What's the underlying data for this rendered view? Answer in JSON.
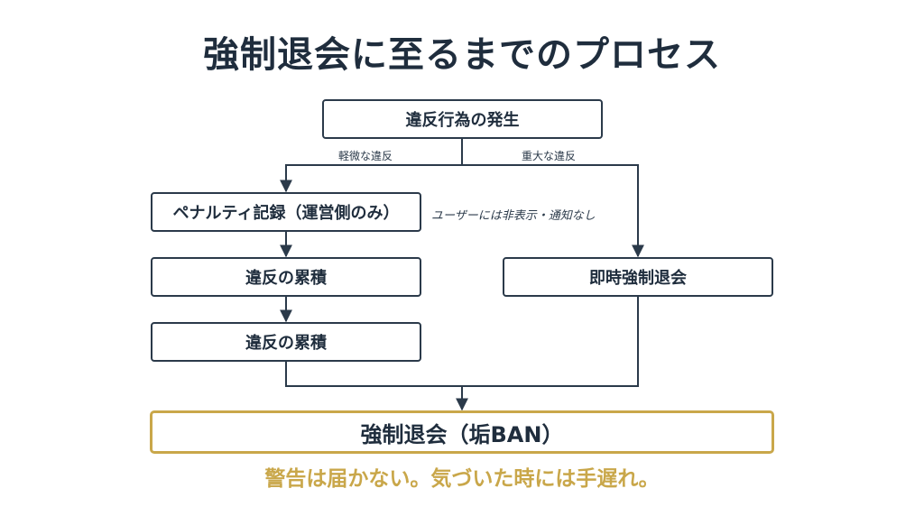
{
  "title": "強制退会に至るまでのプロセス",
  "nodes": {
    "start": "違反行為の発生",
    "penalty": "ペナルティ記録（運営側のみ）",
    "accum1": "違反の累積",
    "accum2": "違反の累積",
    "immediate": "即時強制退会",
    "final": "強制退会（垢BAN）"
  },
  "edges": {
    "minor": "軽微な違反",
    "major": "重大な違反"
  },
  "note": "ユーザーには非表示・通知なし",
  "caption": "警告は届かない。気づいた時には手遅れ。",
  "colors": {
    "text": "#1f2d3d",
    "line": "#2b3a4a",
    "accent": "#c9a74a"
  }
}
